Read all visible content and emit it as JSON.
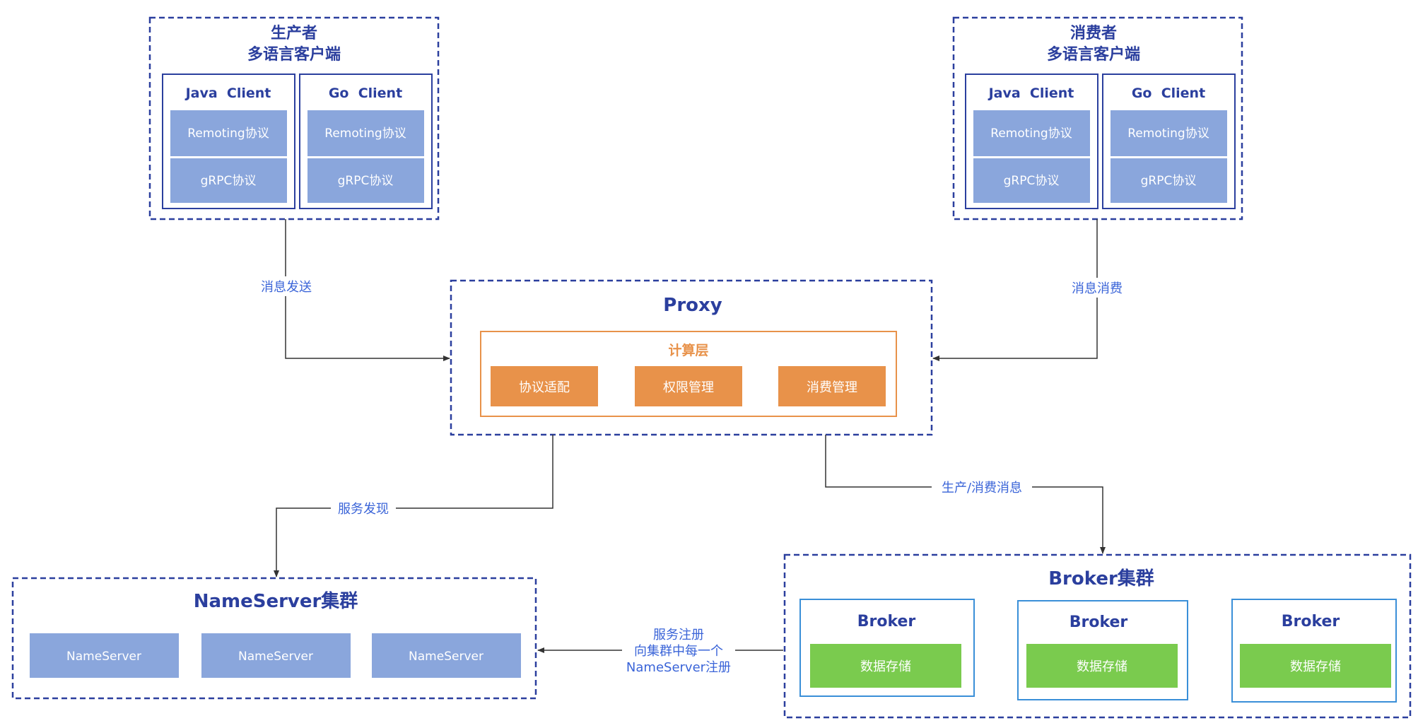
{
  "producer": {
    "title_line1": "生产者",
    "title_line2": "多语言客户端",
    "clients": [
      {
        "name": "Java  Client",
        "protocols": [
          "Remoting协议",
          "gRPC协议"
        ]
      },
      {
        "name": "Go  Client",
        "protocols": [
          "Remoting协议",
          "gRPC协议"
        ]
      }
    ]
  },
  "consumer": {
    "title_line1": "消费者",
    "title_line2": "多语言客户端",
    "clients": [
      {
        "name": "Java  Client",
        "protocols": [
          "Remoting协议",
          "gRPC协议"
        ]
      },
      {
        "name": "Go  Client",
        "protocols": [
          "Remoting协议",
          "gRPC协议"
        ]
      }
    ]
  },
  "proxy": {
    "title": "Proxy",
    "compute_layer": {
      "title": "计算层",
      "modules": [
        "协议适配",
        "权限管理",
        "消费管理"
      ]
    }
  },
  "nameserver_cluster": {
    "title": "NameServer集群",
    "nodes": [
      "NameServer",
      "NameServer",
      "NameServer"
    ]
  },
  "broker_cluster": {
    "title": "Broker集群",
    "brokers": [
      {
        "name": "Broker",
        "storage": "数据存储"
      },
      {
        "name": "Broker",
        "storage": "数据存储"
      },
      {
        "name": "Broker",
        "storage": "数据存储"
      }
    ]
  },
  "edges": {
    "send": "消息发送",
    "consume": "消息消费",
    "discovery": "服务发现",
    "produce_consume": "生产/消费消息",
    "register_line1": "服务注册",
    "register_line2": "向集群中每一个",
    "register_line3": "NameServer注册"
  },
  "colors": {
    "dark_blue": "#2b3f9e",
    "label_blue": "#3a64d8",
    "protocol_fill": "#8aa6dc",
    "orange": "#e8924a",
    "green": "#7acb4e",
    "broker_border": "#3a8fd8"
  }
}
